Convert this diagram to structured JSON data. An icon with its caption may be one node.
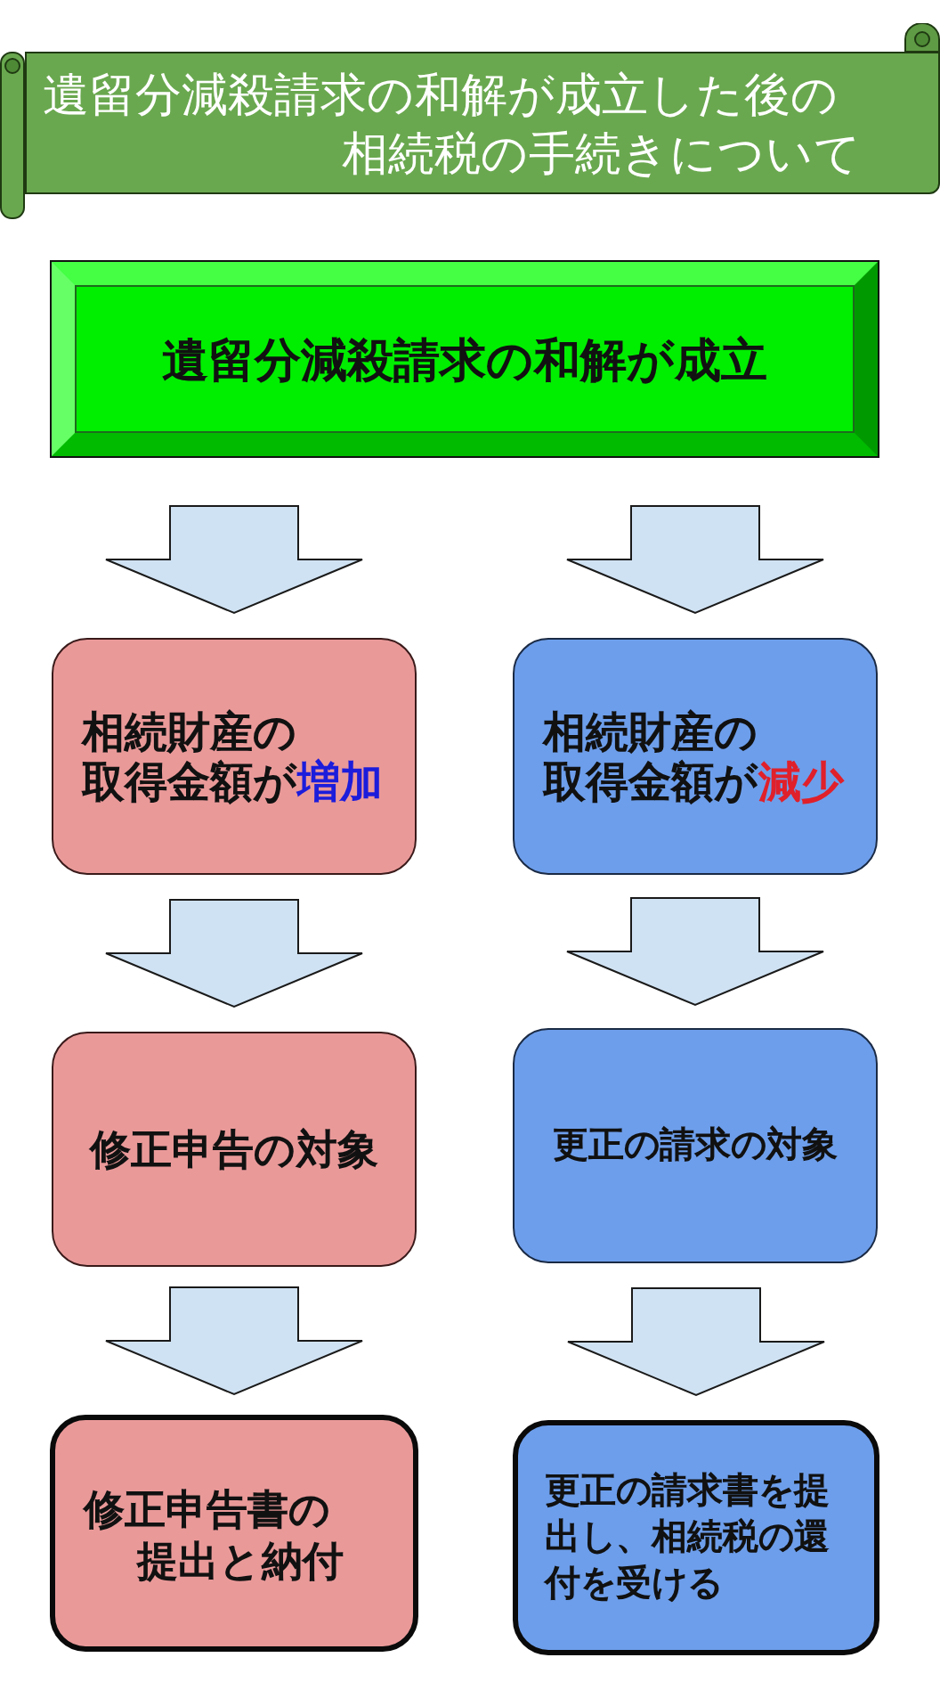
{
  "diagram": {
    "title": "遺留分減殺請求の和解が成立した後の相続税の手続きについて",
    "nodes": [
      {
        "text": [
          "遺留分減殺請求の和解が成立"
        ]
      },
      {
        "text": [
          "相続財産の",
          "取得金額が**増加**"
        ]
      },
      {
        "text": [
          "相続財産の",
          "取得金額が**減少**"
        ]
      },
      {
        "text": [
          "修正申告の対象"
        ]
      },
      {
        "text": [
          "更正の請求の対象"
        ]
      },
      {
        "text": [
          "修正申告書の提出と納付"
        ]
      },
      {
        "text": [
          "更正の請求書を提出し、相続税の還付を受ける"
        ]
      }
    ],
    "edges": [
      {
        "from": 0,
        "to": 1,
        "arrow": "to"
      },
      {
        "from": 0,
        "to": 2,
        "arrow": "to"
      },
      {
        "from": 1,
        "to": 3,
        "arrow": "to"
      },
      {
        "from": 2,
        "to": 4,
        "arrow": "to"
      },
      {
        "from": 3,
        "to": 5,
        "arrow": "to"
      },
      {
        "from": 4,
        "to": 6,
        "arrow": "to"
      }
    ]
  }
}
